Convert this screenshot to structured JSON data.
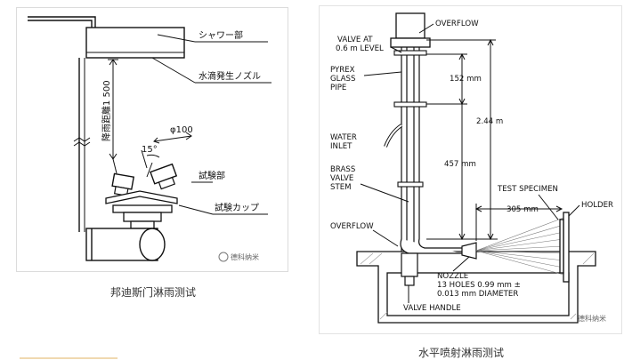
{
  "left_figure": {
    "caption": "邦迪斯门淋雨测试",
    "labels": {
      "shower": "シャワー部",
      "nozzle": "水滴発生ノズル",
      "test_part": "試験部",
      "test_cup": "試験カップ",
      "distance": "降雨距離1 500",
      "diameter": "φ100",
      "angle": "15°"
    },
    "watermark": "德科纳米"
  },
  "right_figure": {
    "caption": "水平喷射淋雨测试",
    "labels": {
      "overflow_top": "OVERFLOW",
      "valve_line1": "VALVE AT",
      "valve_line2": "0.6 m LEVEL",
      "pyrex_line1": "PYREX",
      "pyrex_line2": "GLASS",
      "pyrex_line3": "PIPE",
      "water_line1": "WATER",
      "water_line2": "INLET",
      "brass_line1": "BRASS",
      "brass_line2": "VALVE",
      "brass_line3": "STEM",
      "overflow_bottom": "OVERFLOW",
      "test_specimen": "TEST SPECIMEN",
      "holder": "HOLDER",
      "nozzle_line1": "NOZZLE",
      "nozzle_line2": "13 HOLES 0.99 mm ±",
      "nozzle_line3": "0.013 mm DIAMETER",
      "valve_handle": "VALVE HANDLE",
      "dim_152": "152 mm",
      "dim_244": "2.44 m",
      "dim_457": "457 mm",
      "dim_305": "305 mm"
    },
    "watermark": "德科纳米"
  }
}
